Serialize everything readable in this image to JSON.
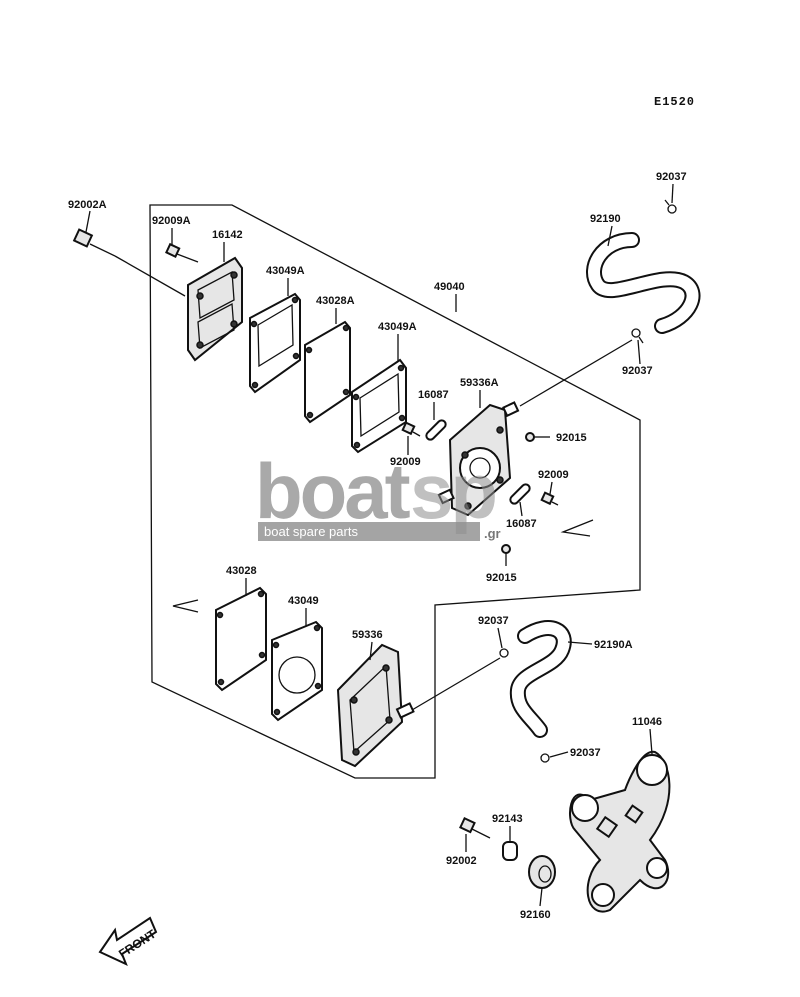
{
  "diagram_code": "E1520",
  "labels": {
    "p92002A": "92002A",
    "p92009A": "92009A",
    "p16142": "16142",
    "p43049A_1": "43049A",
    "p43028A": "43028A",
    "p43049A_2": "43049A",
    "p49040": "49040",
    "p16087_1": "16087",
    "p59336A": "59336A",
    "p92015_1": "92015",
    "p92009": "92009",
    "p92009_2": "92009",
    "p16087_2": "16087",
    "p92015_2": "92015",
    "p92037_1": "92037",
    "p92190": "92190",
    "p92037_2": "92037",
    "p43028": "43028",
    "p43049": "43049",
    "p59336": "59336",
    "p92037_3": "92037",
    "p92190A": "92190A",
    "p92037_4": "92037",
    "p11046": "11046",
    "p92143": "92143",
    "p92002": "92002",
    "p92160": "92160"
  },
  "watermark": {
    "brand_left": "boat",
    "brand_right": "sp",
    "suffix": ".gr",
    "tagline": "boat spare parts"
  },
  "front_arrow": "FRONT"
}
